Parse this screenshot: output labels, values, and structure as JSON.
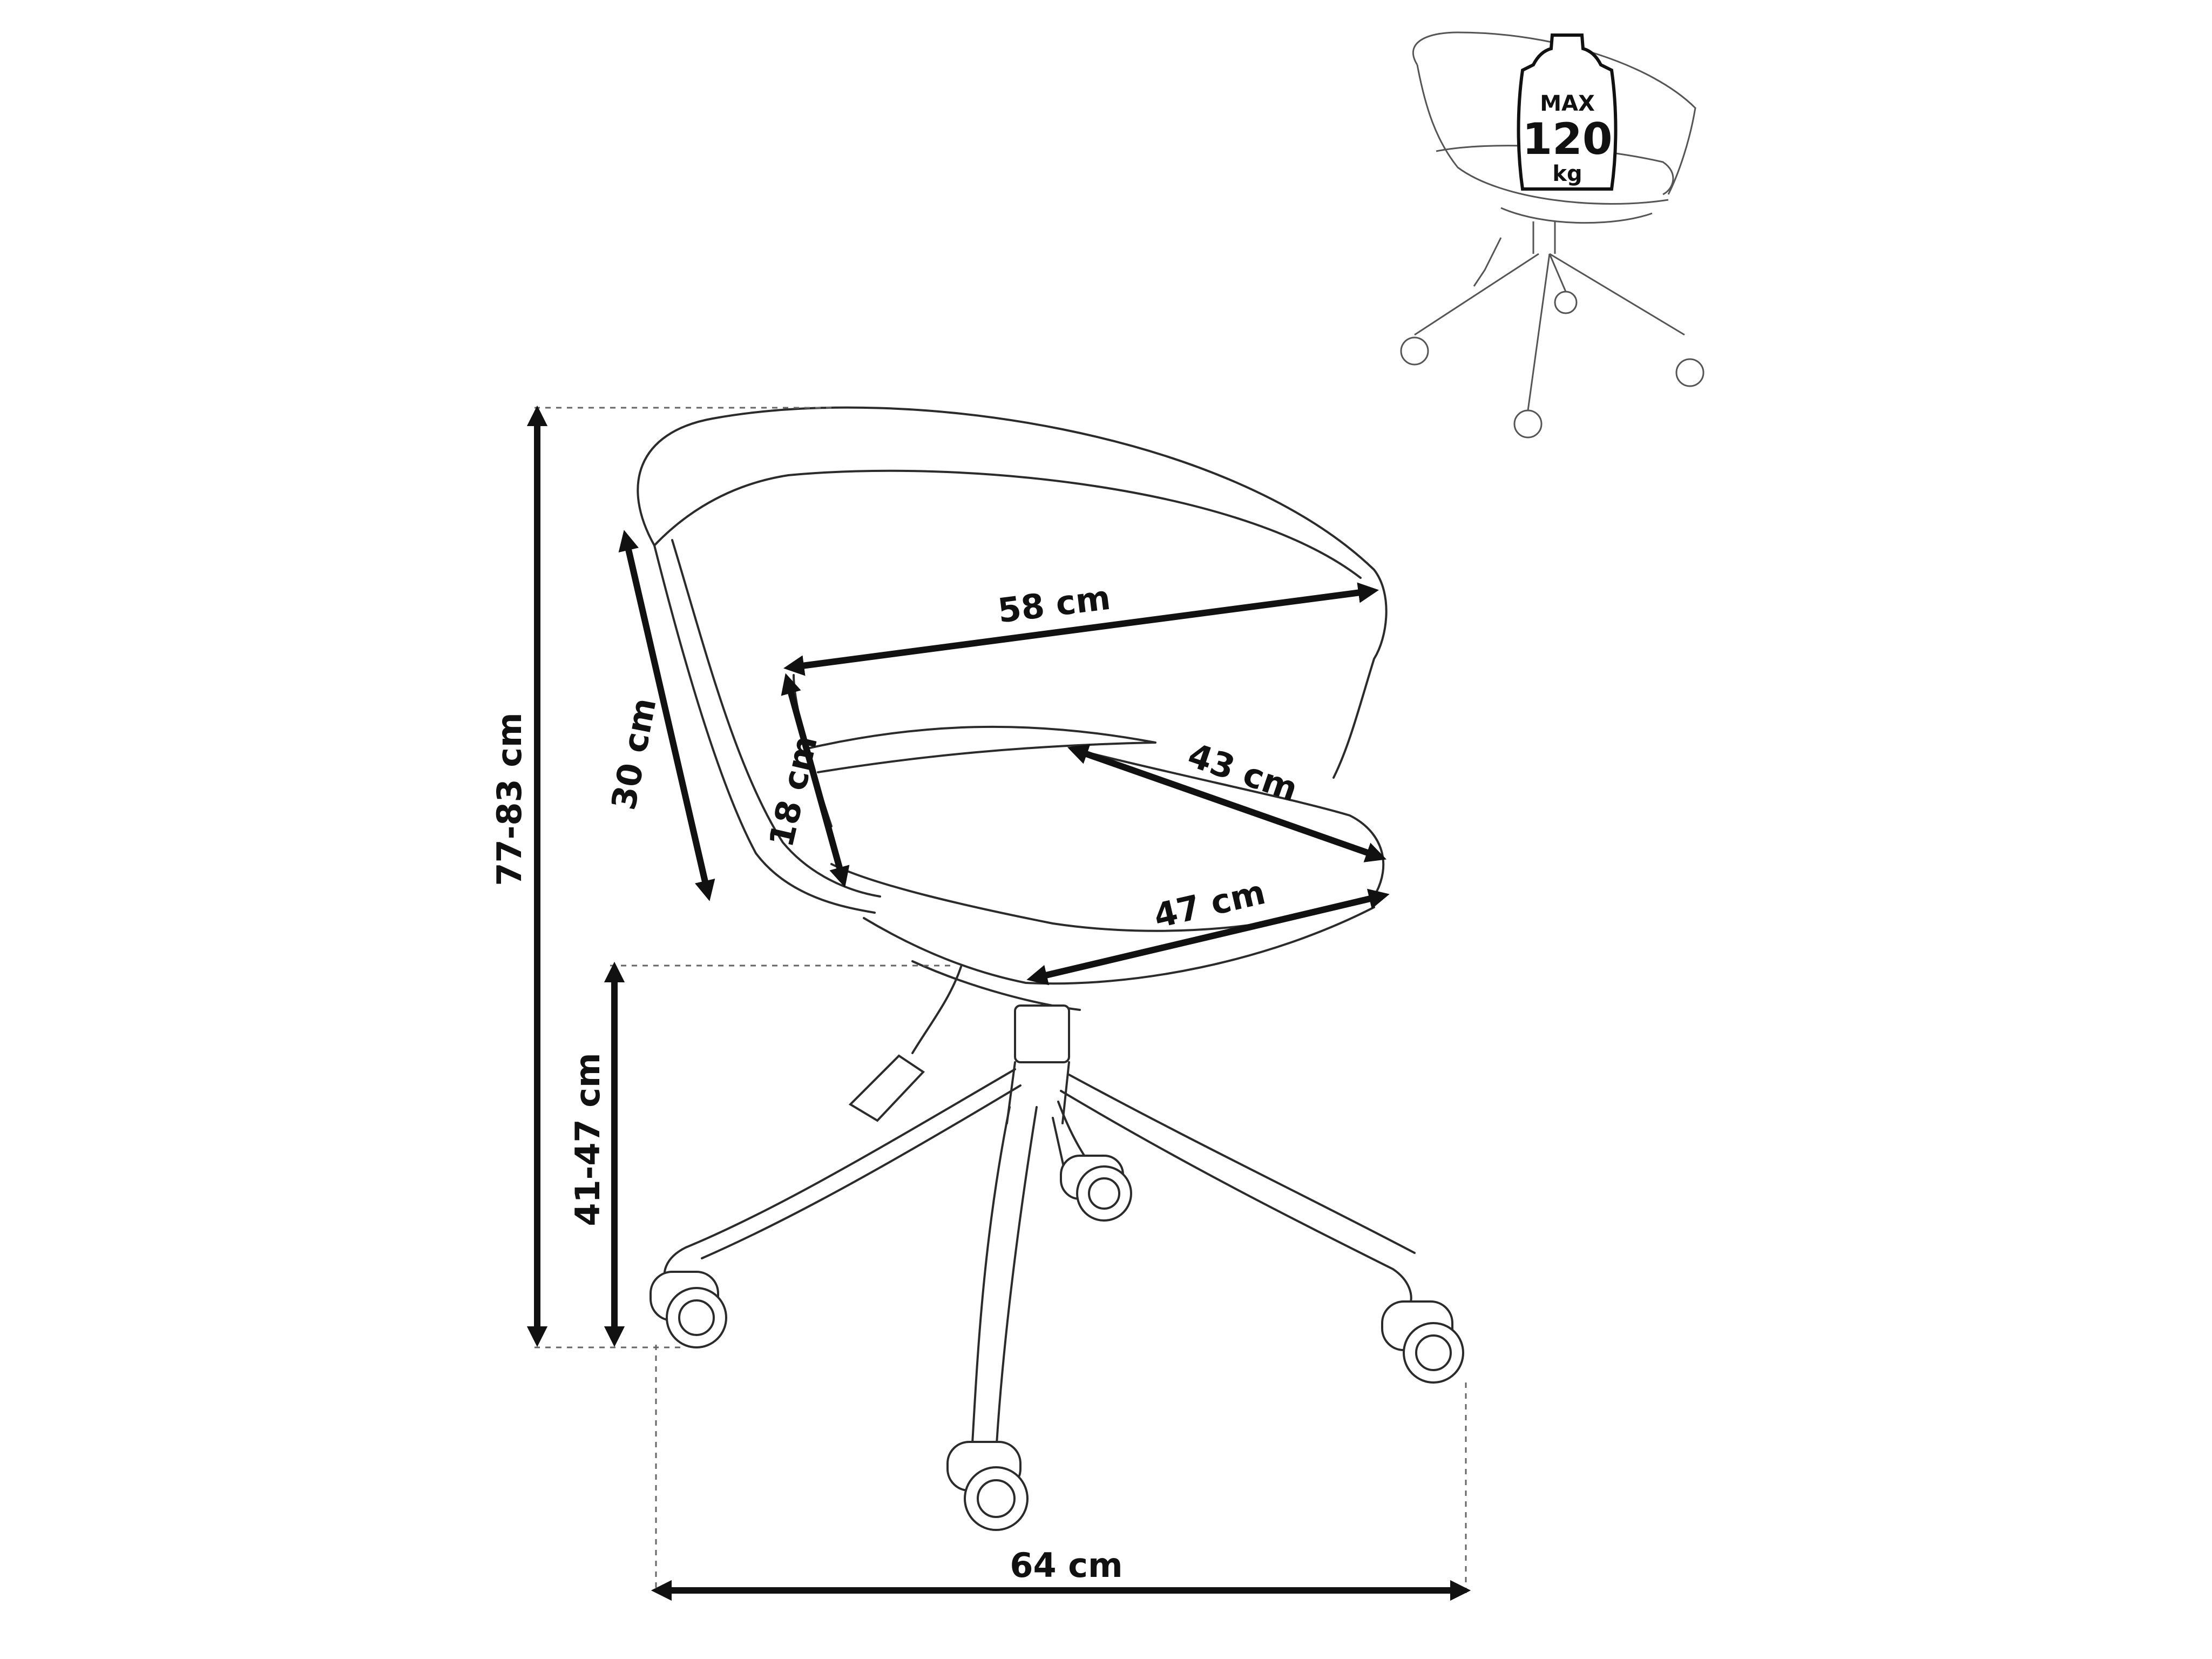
{
  "dimensions": {
    "total_height": "77-83 cm",
    "back_height": "30 cm",
    "backrest_inner_height": "18 cm",
    "shell_width": "58 cm",
    "seat_depth": "43 cm",
    "seat_width": "47 cm",
    "seat_height": "41-47 cm",
    "base_width": "64 cm"
  },
  "max_load": {
    "label": "MAX",
    "value": "120",
    "unit": "kg"
  },
  "icons": {
    "weight": "weight-icon",
    "chair": "office-chair-icon"
  }
}
